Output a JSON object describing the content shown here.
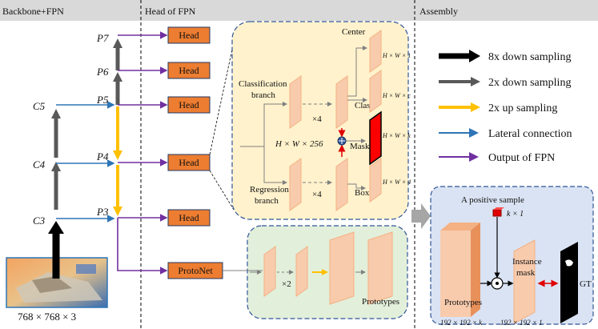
{
  "sections": {
    "backbone": "Backbone+FPN",
    "head_of_fpn": "Head of FPN",
    "assembly": "Assembly"
  },
  "backbone": {
    "levels": [
      "P7",
      "P6",
      "P5",
      "P4",
      "P3"
    ],
    "c_levels": [
      "C5",
      "C4",
      "C3"
    ],
    "input_size": "768 × 768 × 3"
  },
  "heads": {
    "head_label": "Head",
    "protonet_label": "ProtoNet"
  },
  "head_detail": {
    "classification_branch": "Classification branch",
    "regression_branch": "Regression branch",
    "feature_size": "H × W × 256",
    "times4_a": "×4",
    "times4_b": "×4",
    "center": "Center",
    "class": "Class",
    "mask": "Mask",
    "box": "Box",
    "dim_center": "H × W × 1",
    "dim_class": "H × W × c",
    "dim_mask": "H × W × k",
    "dim_box": "H × W × 4"
  },
  "protonet_detail": {
    "times2": "×2",
    "prototypes": "Prototypes"
  },
  "legend": {
    "items": [
      {
        "label": "8x down sampling",
        "color": "#000000",
        "kind": "thick"
      },
      {
        "label": "2x down sampling",
        "color": "#595959",
        "kind": "medium"
      },
      {
        "label": "2x up sampling",
        "color": "#ffc000",
        "kind": "medium"
      },
      {
        "label": "Lateral connection",
        "color": "#2e75b6",
        "kind": "thin"
      },
      {
        "label": "Output of FPN",
        "color": "#7030a0",
        "kind": "thin"
      }
    ]
  },
  "assembly_detail": {
    "positive_sample": "A positive sample",
    "k_by_1": "k × 1",
    "prototypes": "Prototypes",
    "instance": "Instance",
    "mask": "mask",
    "gt": "GT",
    "proto_dim": "192 × 192 × k",
    "mask_dim": "192 × 192 × 1"
  },
  "colors": {
    "head_box": "#ed7d31",
    "header_bar": "#d9d9d9",
    "head_panel": "#fff2cc",
    "proto_panel": "#e2efda",
    "assembly_panel": "#dae3f3",
    "slab": "#f8cbad",
    "mask_slab": "#ff0000"
  }
}
